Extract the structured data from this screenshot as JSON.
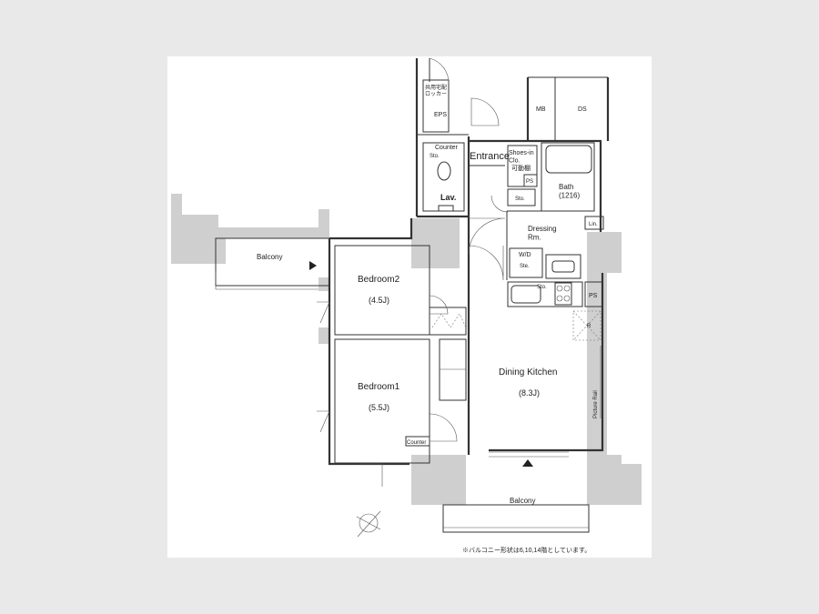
{
  "colors": {
    "background": "#e9e9e9",
    "paper": "#ffffff",
    "structure": "#cfcfcf",
    "line": "#333333"
  },
  "labels": {
    "locker": "共用宅配\nロッカー",
    "eps": "EPS",
    "mb": "MB",
    "ds": "DS",
    "counter_lav": "Counter",
    "sto_lav": "Sto.",
    "lav": "Lav.",
    "entrance": "Entrance",
    "shoes": "Shoes-in\nClo.",
    "movable_shelf": "可動棚",
    "ps_top": "PS",
    "sto_entry": "Sto.",
    "bath": "Bath\n(1216)",
    "lin": "Lin.",
    "dressing": "Dressing\nRm.",
    "wd": "W/D",
    "ste": "Ste.",
    "sto_kitchen": "Sto.",
    "ps_kitchen": "PS",
    "r": "R",
    "picture_rail": "Picture Rail",
    "balcony_left": "Balcony",
    "bedroom2": "Bedroom2",
    "bedroom2_size": "(4.5J)",
    "bedroom1": "Bedroom1",
    "bedroom1_size": "(5.5J)",
    "counter_bed": "Counter",
    "dining_kitchen": "Dining Kitchen",
    "dk_size": "(8.3J)",
    "balcony_bottom": "Balcony",
    "note": "※バルコニー形状は6,10,14階としています。"
  }
}
